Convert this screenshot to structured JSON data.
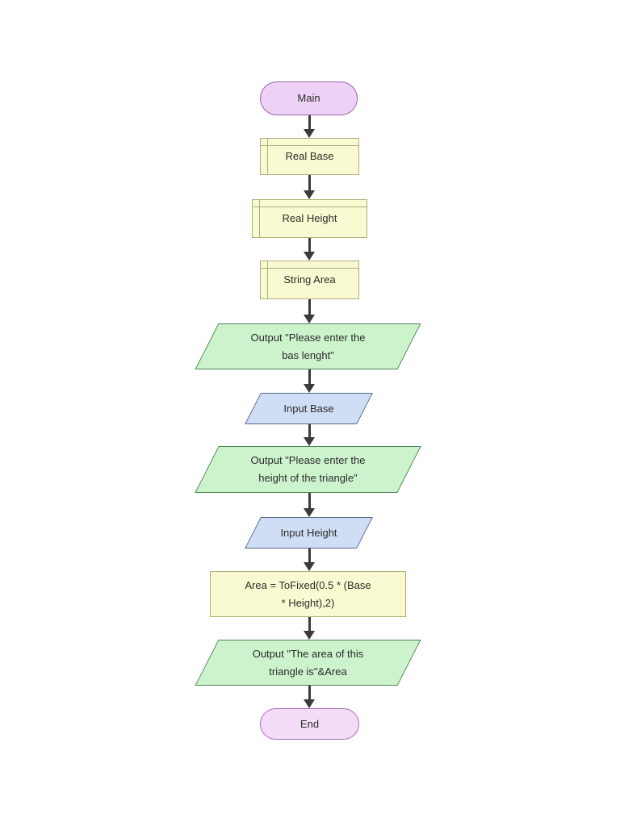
{
  "diagram": {
    "type": "flowchart",
    "description": "Flowchart computing the area of a triangle",
    "nodes": [
      {
        "id": "main",
        "type": "terminator",
        "text": "Main"
      },
      {
        "id": "decl-base",
        "type": "declaration",
        "text": "Real Base"
      },
      {
        "id": "decl-height",
        "type": "declaration",
        "text": "Real Height"
      },
      {
        "id": "decl-area",
        "type": "declaration",
        "text": "String Area"
      },
      {
        "id": "output-base-prompt",
        "type": "output",
        "text": "Output \"Please enter the\nbas lenght\""
      },
      {
        "id": "input-base",
        "type": "input",
        "text": "Input Base"
      },
      {
        "id": "output-height-prompt",
        "type": "output",
        "text": "Output \"Please enter the\nheight of the triangle\""
      },
      {
        "id": "input-height",
        "type": "input",
        "text": "Input Height"
      },
      {
        "id": "process-area",
        "type": "process",
        "text": "Area = ToFixed(0.5 * (Base\n* Height),2)"
      },
      {
        "id": "output-result",
        "type": "output",
        "text": "Output \"The area of this\ntriangle is\"&Area"
      },
      {
        "id": "end",
        "type": "terminator",
        "text": "End"
      }
    ],
    "edges": [
      [
        "main",
        "decl-base"
      ],
      [
        "decl-base",
        "decl-height"
      ],
      [
        "decl-height",
        "decl-area"
      ],
      [
        "decl-area",
        "output-base-prompt"
      ],
      [
        "output-base-prompt",
        "input-base"
      ],
      [
        "input-base",
        "output-height-prompt"
      ],
      [
        "output-height-prompt",
        "input-height"
      ],
      [
        "input-height",
        "process-area"
      ],
      [
        "process-area",
        "output-result"
      ],
      [
        "output-result",
        "end"
      ]
    ],
    "colors": {
      "terminator_fill": "#eed2f5",
      "terminator_border": "#9c62b2",
      "terminator_end_fill": "#f2dcf8",
      "terminator_end_border": "#a86cb8",
      "declaration_fill": "#fafad2",
      "declaration_border": "#aeae79",
      "output_fill": "#cdf3cd",
      "output_border": "#4e8158",
      "input_fill": "#cfdef5",
      "input_border": "#57688a",
      "arrow": "#3a3a3a",
      "text": "#2b2b2b",
      "background": "#ffffff"
    }
  }
}
